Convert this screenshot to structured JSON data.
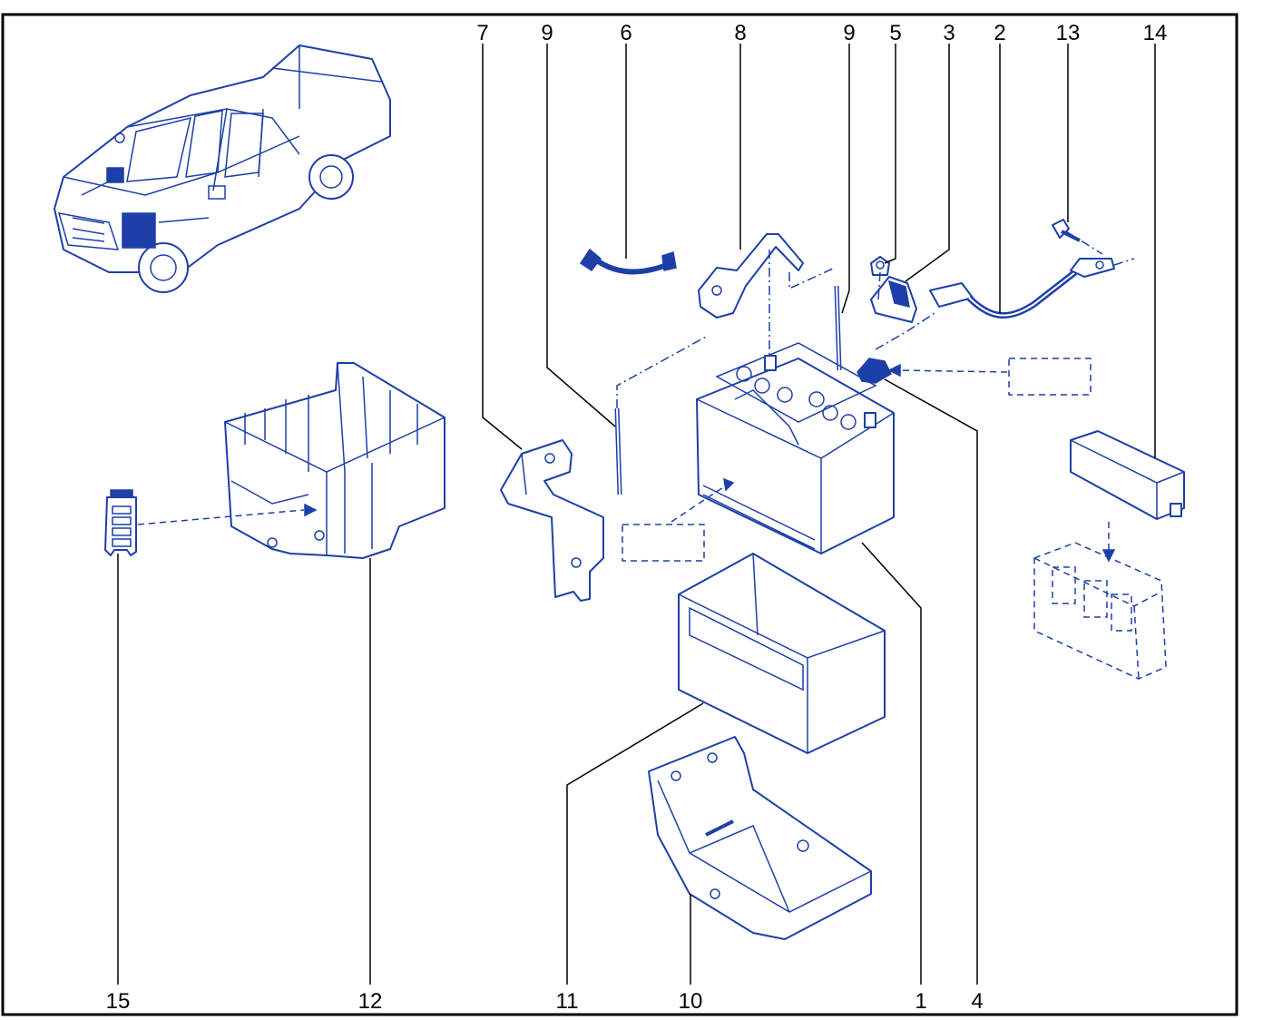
{
  "diagram": {
    "labels": {
      "top": [
        "7",
        "9",
        "6",
        "8",
        "9",
        "5",
        "3",
        "2",
        "13",
        "14"
      ],
      "bottom": [
        "15",
        "12",
        "11",
        "10",
        "1",
        "4"
      ]
    },
    "colors": {
      "line_art": "#1d3fa8",
      "leader_lines": "#000000",
      "frame_border": "#000000",
      "background": "#ffffff"
    }
  }
}
